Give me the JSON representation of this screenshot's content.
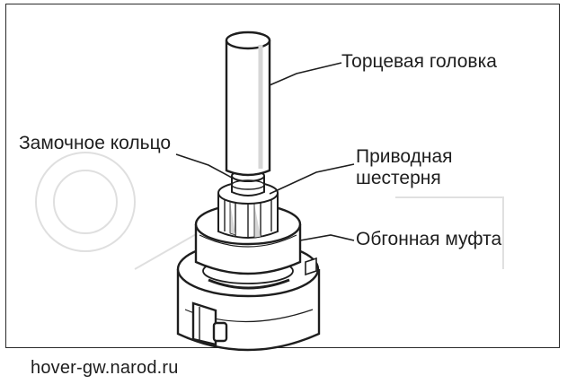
{
  "labels": {
    "socket": "Торцевая головка",
    "lock_ring": "Замочное кольцо",
    "drive_gear": "Приводная\nшестерня",
    "clutch": "Обгонная муфта"
  },
  "watermark": "hover-gw.narod.ru",
  "colors": {
    "line": "#1e1e1e",
    "fill": "#ffffff",
    "shade": "#d6d6d6",
    "frame": "#2a2a2a"
  }
}
